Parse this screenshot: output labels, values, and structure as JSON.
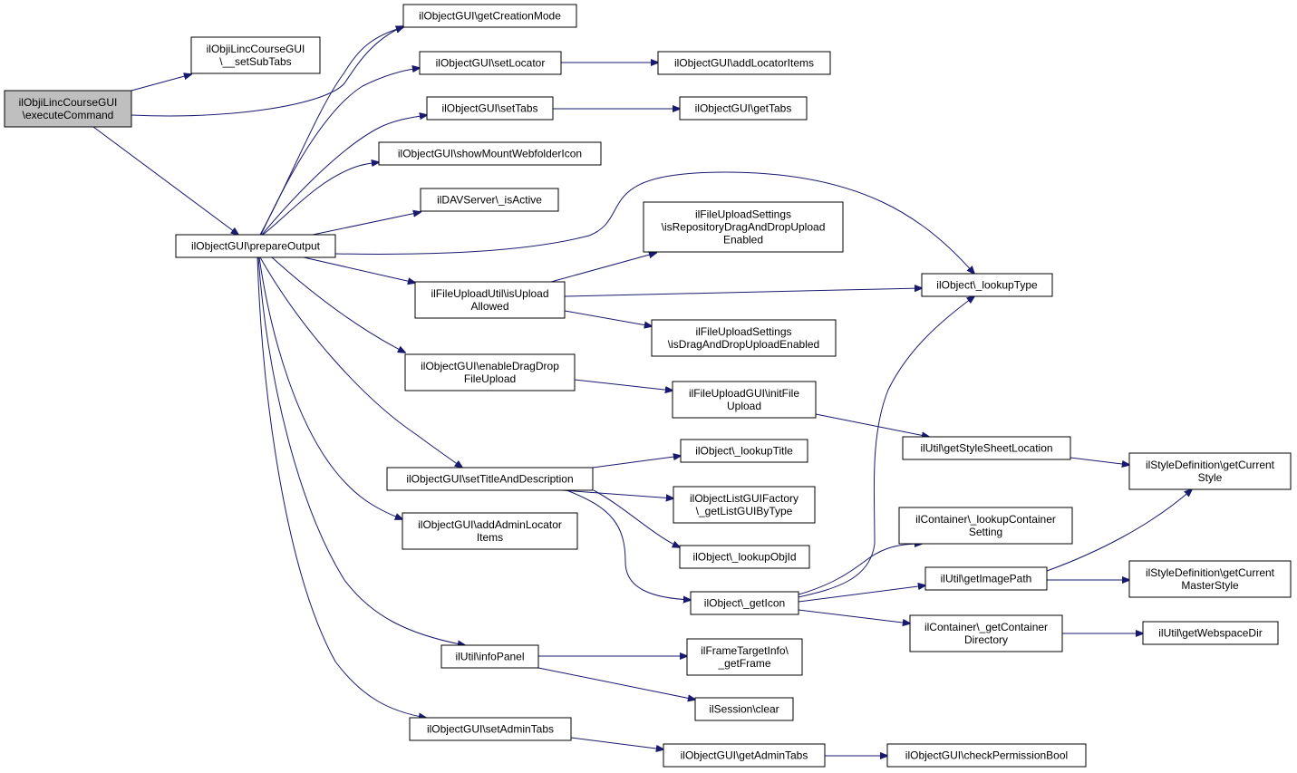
{
  "diagram": {
    "colors": {
      "edge": "#191970",
      "root_fill": "#bfbfbf",
      "node_fill": "#ffffff",
      "border": "#000000"
    },
    "nodes": [
      {
        "id": "n0",
        "lines": [
          "ilObjiLincCourseGUI",
          "\\executeCommand"
        ],
        "root": true
      },
      {
        "id": "n1",
        "lines": [
          "ilObjiLincCourseGUI",
          "\\__setSubTabs"
        ]
      },
      {
        "id": "n2",
        "lines": [
          "ilObjectGUI\\prepareOutput"
        ]
      },
      {
        "id": "n3",
        "lines": [
          "ilObjectGUI\\getCreationMode"
        ]
      },
      {
        "id": "n4",
        "lines": [
          "ilObjectGUI\\setLocator"
        ]
      },
      {
        "id": "n5",
        "lines": [
          "ilObjectGUI\\addLocatorItems"
        ]
      },
      {
        "id": "n6",
        "lines": [
          "ilObjectGUI\\setTabs"
        ]
      },
      {
        "id": "n7",
        "lines": [
          "ilObjectGUI\\getTabs"
        ]
      },
      {
        "id": "n8",
        "lines": [
          "ilObjectGUI\\showMountWebfolderIcon"
        ]
      },
      {
        "id": "n9",
        "lines": [
          "ilDAVServer\\_isActive"
        ]
      },
      {
        "id": "n10",
        "lines": [
          "ilFileUploadSettings",
          "\\isRepositoryDragAndDropUpload",
          "Enabled"
        ]
      },
      {
        "id": "n11",
        "lines": [
          "ilObject\\_lookupType"
        ]
      },
      {
        "id": "n12",
        "lines": [
          "ilFileUploadUtil\\isUpload",
          "Allowed"
        ]
      },
      {
        "id": "n13",
        "lines": [
          "ilFileUploadSettings",
          "\\isDragAndDropUploadEnabled"
        ]
      },
      {
        "id": "n14",
        "lines": [
          "ilObjectGUI\\enableDragDrop",
          "FileUpload"
        ]
      },
      {
        "id": "n15",
        "lines": [
          "ilFileUploadGUI\\initFile",
          "Upload"
        ]
      },
      {
        "id": "n16",
        "lines": [
          "ilUtil\\getStyleSheetLocation"
        ]
      },
      {
        "id": "n17",
        "lines": [
          "ilStyleDefinition\\getCurrent",
          "Style"
        ]
      },
      {
        "id": "n18",
        "lines": [
          "ilObject\\_lookupTitle"
        ]
      },
      {
        "id": "n19",
        "lines": [
          "ilObjectGUI\\setTitleAndDescription"
        ]
      },
      {
        "id": "n20",
        "lines": [
          "ilObjectListGUIFactory",
          "\\_getListGUIByType"
        ]
      },
      {
        "id": "n21",
        "lines": [
          "ilContainer\\_lookupContainer",
          "Setting"
        ]
      },
      {
        "id": "n22",
        "lines": [
          "ilObjectGUI\\addAdminLocator",
          "Items"
        ]
      },
      {
        "id": "n23",
        "lines": [
          "ilObject\\_lookupObjId"
        ]
      },
      {
        "id": "n24",
        "lines": [
          "ilUtil\\getImagePath"
        ]
      },
      {
        "id": "n25",
        "lines": [
          "ilStyleDefinition\\getCurrent",
          "MasterStyle"
        ]
      },
      {
        "id": "n26",
        "lines": [
          "ilObject\\_getIcon"
        ]
      },
      {
        "id": "n27",
        "lines": [
          "ilContainer\\_getContainer",
          "Directory"
        ]
      },
      {
        "id": "n28",
        "lines": [
          "ilUtil\\getWebspaceDir"
        ]
      },
      {
        "id": "n29",
        "lines": [
          "ilUtil\\infoPanel"
        ]
      },
      {
        "id": "n30",
        "lines": [
          "ilFrameTargetInfo\\",
          "_getFrame"
        ]
      },
      {
        "id": "n31",
        "lines": [
          "ilSession\\clear"
        ]
      },
      {
        "id": "n32",
        "lines": [
          "ilObjectGUI\\setAdminTabs"
        ]
      },
      {
        "id": "n33",
        "lines": [
          "ilObjectGUI\\getAdminTabs"
        ]
      },
      {
        "id": "n34",
        "lines": [
          "ilObjectGUI\\checkPermissionBool"
        ]
      }
    ],
    "edges": [
      [
        "n0",
        "n1"
      ],
      [
        "n0",
        "n3"
      ],
      [
        "n0",
        "n2"
      ],
      [
        "n2",
        "n3"
      ],
      [
        "n2",
        "n4"
      ],
      [
        "n2",
        "n6"
      ],
      [
        "n2",
        "n8"
      ],
      [
        "n2",
        "n9"
      ],
      [
        "n2",
        "n11"
      ],
      [
        "n2",
        "n12"
      ],
      [
        "n2",
        "n14"
      ],
      [
        "n2",
        "n19"
      ],
      [
        "n2",
        "n22"
      ],
      [
        "n2",
        "n29"
      ],
      [
        "n2",
        "n32"
      ],
      [
        "n4",
        "n5"
      ],
      [
        "n6",
        "n7"
      ],
      [
        "n12",
        "n10"
      ],
      [
        "n12",
        "n11"
      ],
      [
        "n12",
        "n13"
      ],
      [
        "n14",
        "n15"
      ],
      [
        "n15",
        "n16"
      ],
      [
        "n16",
        "n17"
      ],
      [
        "n19",
        "n18"
      ],
      [
        "n19",
        "n20"
      ],
      [
        "n19",
        "n23"
      ],
      [
        "n19",
        "n26"
      ],
      [
        "n26",
        "n11"
      ],
      [
        "n26",
        "n21"
      ],
      [
        "n26",
        "n24"
      ],
      [
        "n26",
        "n27"
      ],
      [
        "n24",
        "n17"
      ],
      [
        "n24",
        "n25"
      ],
      [
        "n27",
        "n28"
      ],
      [
        "n29",
        "n30"
      ],
      [
        "n29",
        "n31"
      ],
      [
        "n32",
        "n33"
      ],
      [
        "n33",
        "n34"
      ]
    ]
  }
}
